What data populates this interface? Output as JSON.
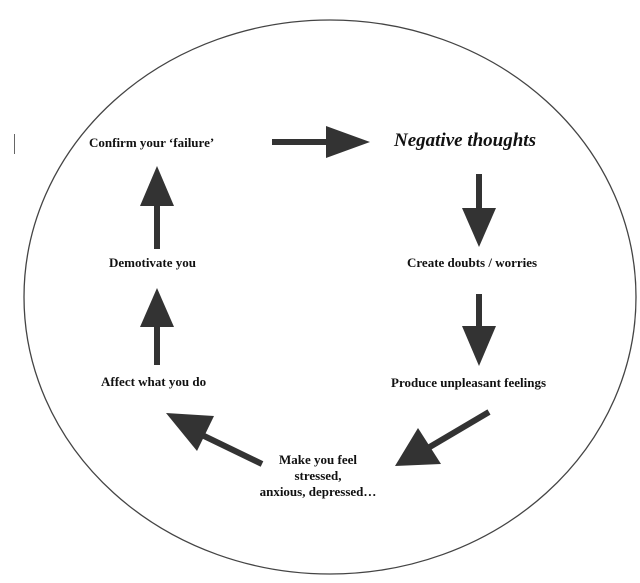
{
  "diagram": {
    "nodes": {
      "negative_thoughts": "Negative thoughts",
      "create_doubts": "Create doubts / worries",
      "produce_feelings": "Produce unpleasant feelings",
      "make_you_feel": [
        "Make you feel",
        "stressed,",
        "anxious, depressed…"
      ],
      "affect_what_you_do": "Affect what you do",
      "demotivate_you": "Demotivate you",
      "confirm_failure": "Confirm your ‘failure’"
    },
    "colors": {
      "arrow": "#333333",
      "circle": "#444444",
      "text": "#111111",
      "background": "#ffffff"
    }
  }
}
